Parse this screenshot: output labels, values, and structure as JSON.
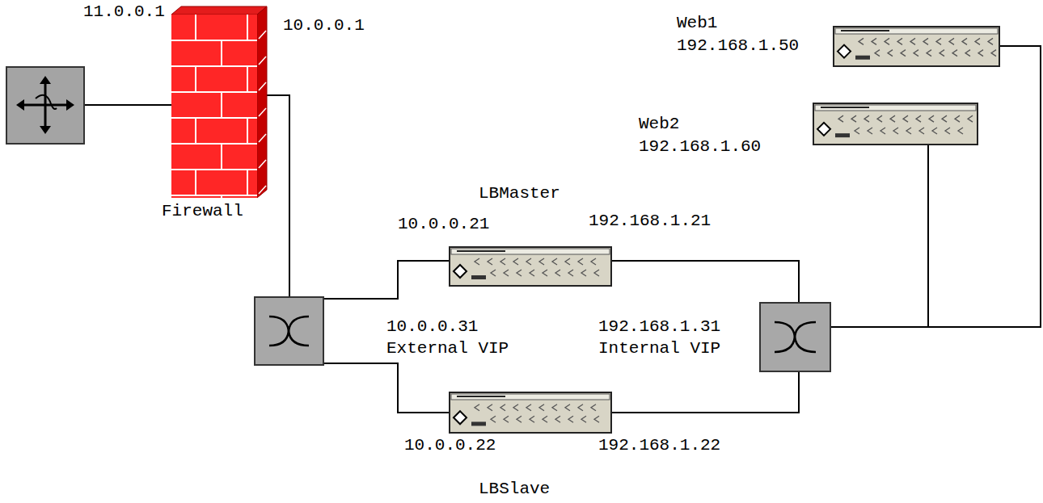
{
  "diagram": {
    "nodes": [
      {
        "text": [
          "11.0.0.1",
          "10.0.0.1",
          "Firewall"
        ]
      },
      {
        "text": [
          "Web1",
          "192.168.1.50"
        ]
      },
      {
        "text": [
          "Web2",
          "192.168.1.60"
        ]
      },
      {
        "text": [
          "LBMaster",
          "10.0.0.21",
          "192.168.1.21"
        ]
      },
      {
        "text": [
          "10.0.0.22",
          "192.168.1.22",
          "LBSlave"
        ]
      }
    ],
    "edges": [
      {
        "from": 0,
        "to": 3,
        "arrow": "none"
      },
      {
        "from": 0,
        "to": 4,
        "arrow": "none"
      },
      {
        "from": 3,
        "to": 1,
        "arrow": "none"
      },
      {
        "from": 3,
        "to": 2,
        "arrow": "none"
      },
      {
        "from": 4,
        "to": 1,
        "arrow": "none"
      },
      {
        "from": 4,
        "to": 2,
        "arrow": "none"
      }
    ],
    "labels": [
      "10.0.0.31",
      "External VIP",
      "192.168.1.31",
      "Internal VIP"
    ]
  }
}
